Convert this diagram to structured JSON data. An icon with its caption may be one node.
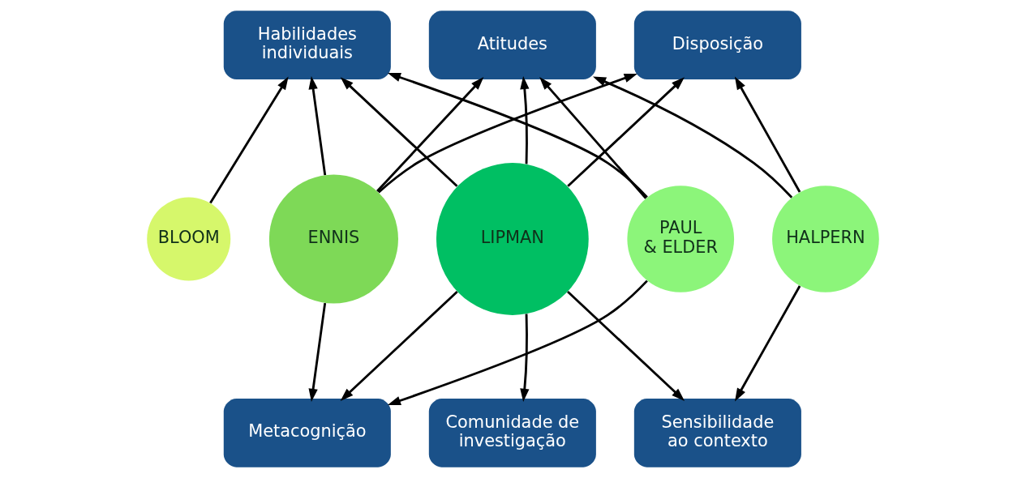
{
  "diagram": {
    "nodes": [
      {
        "text": [
          "Habilidades individuais"
        ]
      },
      {
        "text": [
          "Atitudes"
        ]
      },
      {
        "text": [
          "Disposição"
        ]
      },
      {
        "text": [
          "BLOOM"
        ]
      },
      {
        "text": [
          "ENNIS"
        ]
      },
      {
        "text": [
          "LIPMAN"
        ]
      },
      {
        "text": [
          "PAUL & ELDER"
        ]
      },
      {
        "text": [
          "HALPERN"
        ]
      },
      {
        "text": [
          "Metacognição"
        ]
      },
      {
        "text": [
          "Comunidade de investigação"
        ]
      },
      {
        "text": [
          "Sensibilidade ao contexto"
        ]
      }
    ],
    "edges": [
      {
        "from": 3,
        "to": 0,
        "arrow": "to"
      },
      {
        "from": 4,
        "to": 0,
        "arrow": "to"
      },
      {
        "from": 4,
        "to": 1,
        "arrow": "to"
      },
      {
        "from": 4,
        "to": 2,
        "arrow": "to"
      },
      {
        "from": 4,
        "to": 8,
        "arrow": "to"
      },
      {
        "from": 5,
        "to": 0,
        "arrow": "to"
      },
      {
        "from": 5,
        "to": 1,
        "arrow": "to"
      },
      {
        "from": 5,
        "to": 2,
        "arrow": "to"
      },
      {
        "from": 5,
        "to": 8,
        "arrow": "to"
      },
      {
        "from": 5,
        "to": 9,
        "arrow": "to"
      },
      {
        "from": 5,
        "to": 10,
        "arrow": "to"
      },
      {
        "from": 6,
        "to": 0,
        "arrow": "to"
      },
      {
        "from": 6,
        "to": 1,
        "arrow": "to"
      },
      {
        "from": 6,
        "to": 8,
        "arrow": "to"
      },
      {
        "from": 7,
        "to": 1,
        "arrow": "to"
      },
      {
        "from": 7,
        "to": 2,
        "arrow": "to"
      },
      {
        "from": 7,
        "to": 10,
        "arrow": "to"
      }
    ]
  }
}
